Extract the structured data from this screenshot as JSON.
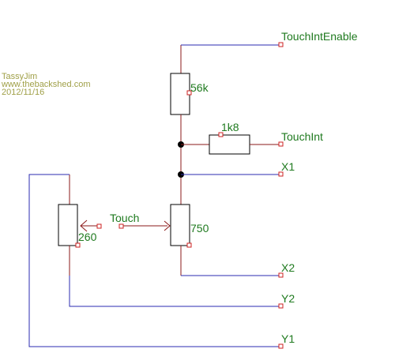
{
  "credits": {
    "author": "TassyJim",
    "site": "www.thebackshed.com",
    "date": "2012/11/16"
  },
  "nets": {
    "touch_int_enable": "TouchIntEnable",
    "touch_int": "TouchInt",
    "x1": "X1",
    "x2": "X2",
    "y2": "Y2",
    "y1": "Y1",
    "touch": "Touch"
  },
  "components": {
    "r_pullup": "56k",
    "r_series": "1k8",
    "r_x_panel": "750",
    "r_y_panel": "260"
  },
  "colors": {
    "label_green": "#1f7a1f",
    "credit_olive": "#a0a048",
    "wire_blue": "#2b2bb0",
    "wire_red": "#8b1a1a"
  }
}
